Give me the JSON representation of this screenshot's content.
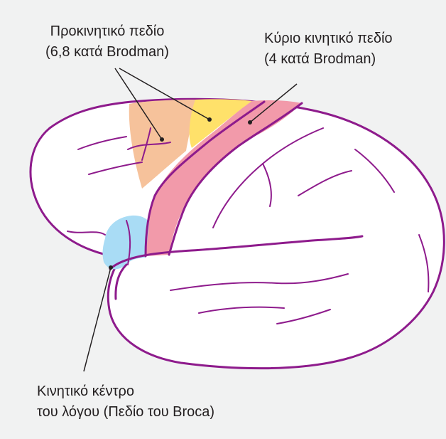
{
  "labels": {
    "premotor": {
      "line1": "Προκινητικό πεδίο",
      "line2": "(6,8 κατά Brodman)"
    },
    "primary_motor": {
      "line1": "Κύριο κινητικό πεδίο",
      "line2": "(4 κατά Brodman)"
    },
    "broca": {
      "line1": "Κινητικό κέντρο",
      "line2": "του λόγου (Πεδίο του Broca)"
    }
  },
  "colors": {
    "background": "#f1f2f2",
    "outline": "#8e1b8c",
    "premotor_area": "#f6c29b",
    "area_8_yellow": "#ffe16a",
    "primary_motor_area": "#f29aaa",
    "broca_area": "#a9dcf5",
    "pointer": "#231f20",
    "text": "#231f20"
  }
}
